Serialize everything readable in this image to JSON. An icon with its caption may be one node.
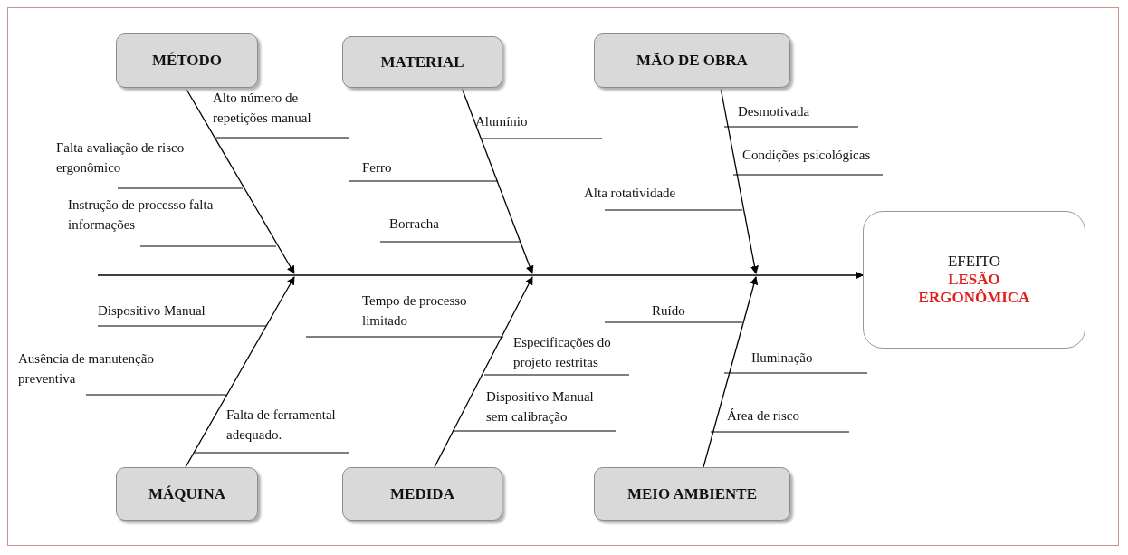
{
  "diagram": {
    "nodes": [
      {
        "text": [
          "MÉTODO"
        ]
      },
      {
        "text": [
          "MATERIAL"
        ]
      },
      {
        "text": [
          "MÃO DE OBRA"
        ]
      },
      {
        "text": [
          "EFEITO",
          "LESÃO ERGONÔMICA"
        ]
      },
      {
        "text": [
          "MÁQUINA"
        ]
      },
      {
        "text": [
          "MEDIDA"
        ]
      },
      {
        "text": [
          "MEIO AMBIENTE"
        ]
      }
    ],
    "edges": [
      {
        "from": null,
        "to": 3,
        "arrow": "to"
      },
      {
        "from": 0,
        "to": null,
        "arrow": "to"
      },
      {
        "from": 1,
        "to": null,
        "arrow": "to"
      },
      {
        "from": 2,
        "to": null,
        "arrow": "to"
      },
      {
        "from": 4,
        "to": null,
        "arrow": "to"
      },
      {
        "from": 5,
        "to": null,
        "arrow": "to"
      },
      {
        "from": 6,
        "to": null,
        "arrow": "to"
      }
    ],
    "labels": [
      "Alto número de repetições manual",
      "Falta avaliação de risco ergonômico",
      "Instrução de processo falta informações",
      "Alumínio",
      "Ferro",
      "Borracha",
      "Desmotivada",
      "Condições psicológicas",
      "Alta rotatividade",
      "Dispositivo Manual",
      "Ausência de manutenção preventiva",
      "Falta de ferramental adequado.",
      "Tempo de processo limitado",
      "Especificações do projeto restritas",
      "Dispositivo Manual sem calibração",
      "Ruído",
      "Iluminação",
      "Área de risco"
    ]
  }
}
